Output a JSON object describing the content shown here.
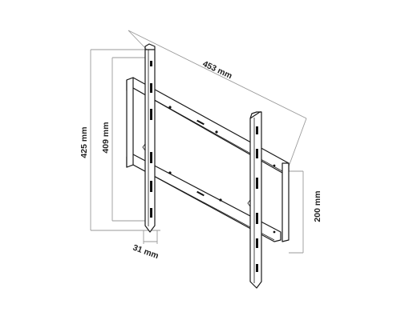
{
  "dimensions": {
    "width_label": "453 mm",
    "height_outer_label": "425 mm",
    "height_inner_label": "409 mm",
    "vertical_spacing_label": "200 mm",
    "depth_label": "31 mm"
  },
  "colors": {
    "line": "#1a1a1a",
    "dimension_line": "#9a9a9a",
    "text": "#222222"
  }
}
